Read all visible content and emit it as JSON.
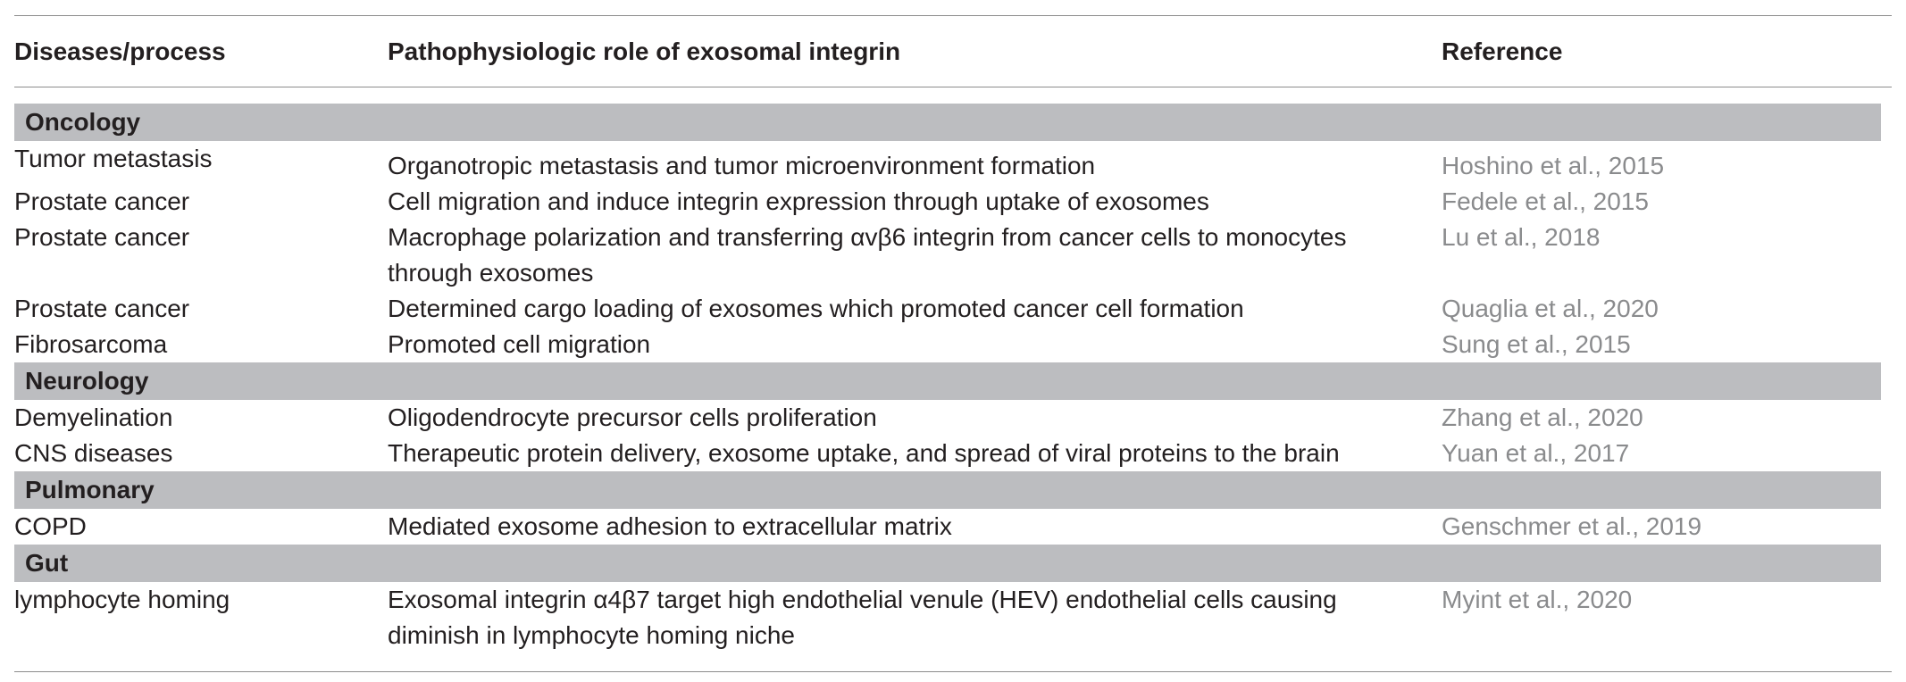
{
  "table": {
    "headers": [
      "Diseases/process",
      "Pathophysiologic role of exosomal integrin",
      "Reference"
    ],
    "sections": [
      {
        "title": "Oncology",
        "rows": [
          {
            "disease": "Tumor metastasis",
            "role": "Organotropic metastasis and tumor microenvironment formation",
            "reference": "Hoshino et al., 2015"
          },
          {
            "disease": "Prostate cancer",
            "role": "Cell migration and induce integrin expression through uptake of exosomes",
            "reference": "Fedele et al., 2015"
          },
          {
            "disease": "Prostate cancer",
            "role": "Macrophage polarization and transferring αvβ6 integrin from cancer cells to monocytes through exosomes",
            "reference": "Lu et al., 2018"
          },
          {
            "disease": "Prostate cancer",
            "role": "Determined cargo loading of exosomes which promoted cancer cell formation",
            "reference": "Quaglia et al., 2020"
          },
          {
            "disease": "Fibrosarcoma",
            "role": "Promoted cell migration",
            "reference": "Sung et al., 2015"
          }
        ]
      },
      {
        "title": "Neurology",
        "rows": [
          {
            "disease": "Demyelination",
            "role": "Oligodendrocyte precursor cells proliferation",
            "reference": "Zhang et al., 2020"
          },
          {
            "disease": "CNS diseases",
            "role": "Therapeutic protein delivery, exosome uptake, and spread of viral proteins to the brain",
            "reference": "Yuan et al., 2017"
          }
        ]
      },
      {
        "title": "Pulmonary",
        "rows": [
          {
            "disease": "COPD",
            "role": "Mediated exosome adhesion to extracellular matrix",
            "reference": "Genschmer et al., 2019"
          }
        ]
      },
      {
        "title": "Gut",
        "rows": [
          {
            "disease": "lymphocyte homing",
            "role": "Exosomal integrin α4β7 target high endothelial venule (HEV) endothelial cells causing diminish in lymphocyte homing niche",
            "reference": "Myint et al., 2020"
          }
        ]
      }
    ]
  }
}
